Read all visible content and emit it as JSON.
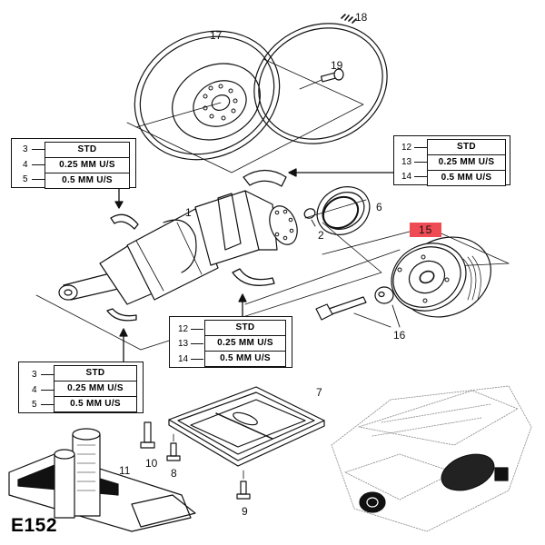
{
  "diagram": {
    "figure_code": "E152",
    "highlight_color": "#ee4b55",
    "callouts": {
      "p1": "1",
      "p2": "2",
      "p6": "6",
      "p7": "7",
      "p8": "8",
      "p9": "9",
      "p10": "10",
      "p11": "11",
      "p15": "15",
      "p16": "16",
      "p17": "17",
      "p18": "18",
      "p19": "19"
    },
    "highlighted_part": "15",
    "size_tables": [
      {
        "rows": [
          {
            "num": "3",
            "label": "STD"
          },
          {
            "num": "4",
            "label": "0.25  MM U/S"
          },
          {
            "num": "5",
            "label": "0.5  MM U/S"
          }
        ]
      },
      {
        "rows": [
          {
            "num": "12",
            "label": "STD"
          },
          {
            "num": "13",
            "label": "0.25  MM U/S"
          },
          {
            "num": "14",
            "label": "0.5  MM U/S"
          }
        ]
      },
      {
        "rows": [
          {
            "num": "12",
            "label": "STD"
          },
          {
            "num": "13",
            "label": "0.25  MM U/S"
          },
          {
            "num": "14",
            "label": "0.5  MM U/S"
          }
        ]
      },
      {
        "rows": [
          {
            "num": "3",
            "label": "STD"
          },
          {
            "num": "4",
            "label": "0.25  MM U/S"
          },
          {
            "num": "5",
            "label": "0.5  MM U/S"
          }
        ]
      }
    ]
  }
}
